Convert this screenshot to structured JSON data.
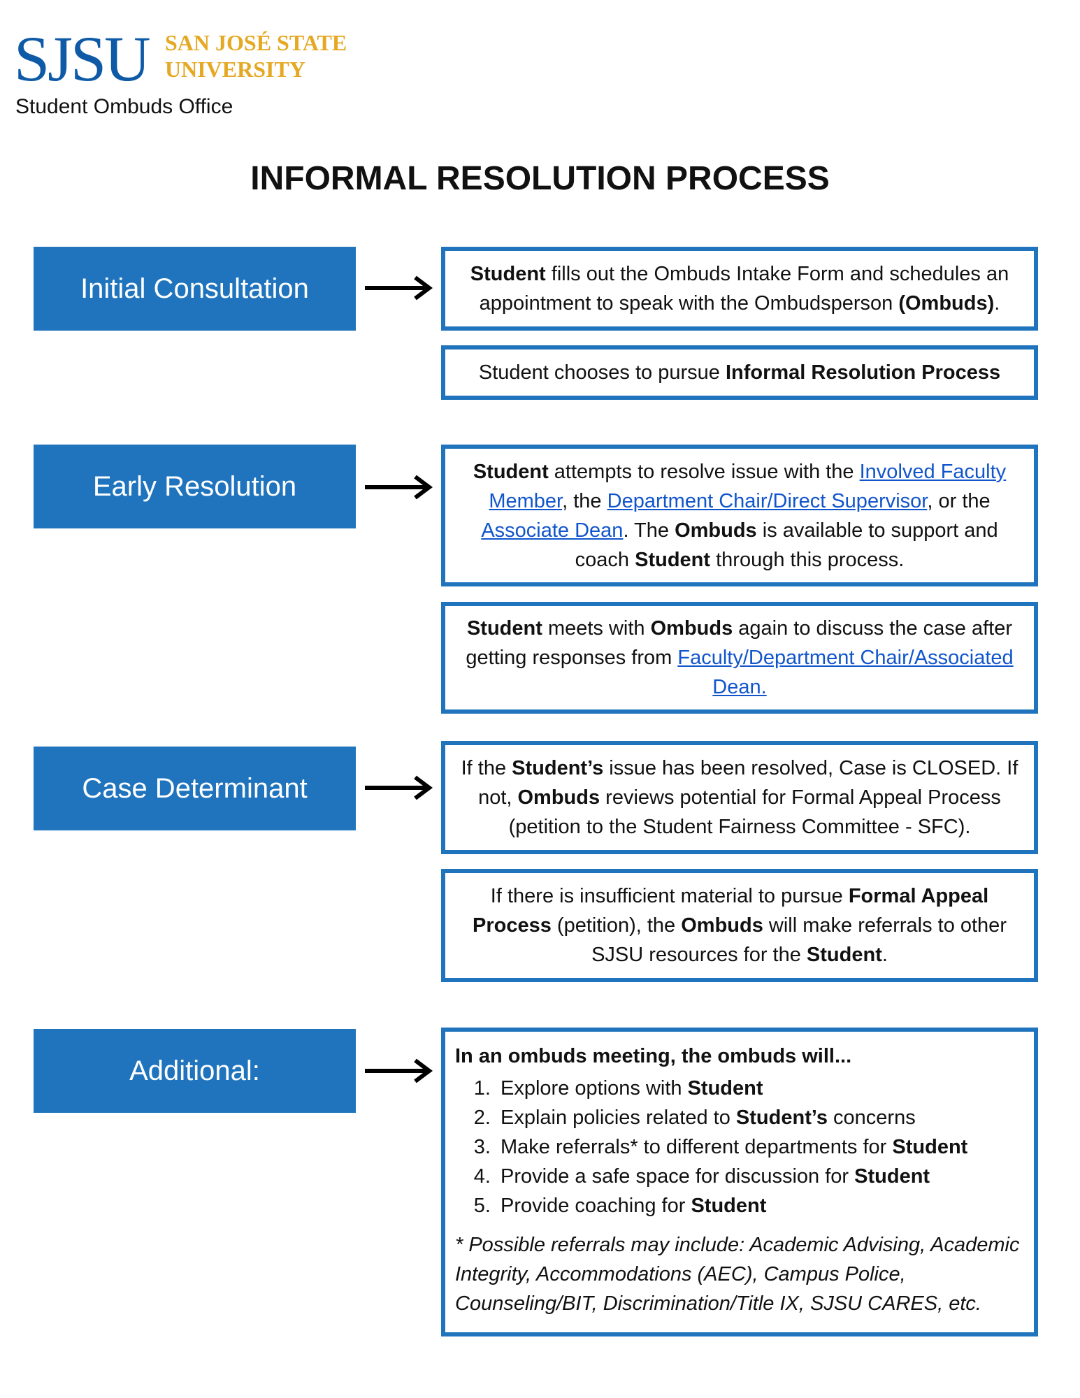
{
  "header": {
    "logo_mark": "SJSU",
    "logo_name_line1": "SAN JOSÉ STATE",
    "logo_name_line2": "UNIVERSITY",
    "office": "Student Ombuds Office",
    "title": "INFORMAL RESOLUTION PROCESS"
  },
  "colors": {
    "primary_blue": "#1f74bd",
    "logo_blue": "#0e5aa7",
    "logo_gold": "#e5a823",
    "link": "#1155cc"
  },
  "stages": {
    "initial": "Initial Consultation",
    "early": "Early Resolution",
    "case": "Case Determinant",
    "additional": "Additional:"
  },
  "box1": {
    "b1": "Student",
    "t1": " fills out the Ombuds Intake Form and schedules an appointment to speak with the Ombudsperson ",
    "b2": "(Ombuds)",
    "t2": "."
  },
  "box2": {
    "t1": "Student chooses to pursue ",
    "b1": "Informal Resolution Process"
  },
  "box3": {
    "b1": "Student",
    "t1": " attempts to resolve issue with the ",
    "l1": "Involved Faculty Member",
    "t2": ", the ",
    "l2": "Department Chair/Direct Supervisor",
    "t3": ", or the ",
    "l3": "Associate Dean",
    "t4": ". The ",
    "b2": "Ombuds",
    "t5": " is available to support and coach ",
    "b3": "Student",
    "t6": " through this process."
  },
  "box4": {
    "b1": "Student",
    "t1": " meets with ",
    "b2": "Ombuds",
    "t2": " again to discuss the case after getting responses from ",
    "l1": "Faculty/Department Chair/Associated Dean."
  },
  "box5": {
    "t1": "If the ",
    "b1": "Student’s",
    "t2": " issue has been resolved, Case is CLOSED. If not, ",
    "b2": "Ombuds",
    "t3": " reviews potential for Formal Appeal Process (petition to the Student Fairness Committee - SFC)."
  },
  "box6": {
    "t1": "If there is insufficient material to pursue ",
    "b1": "Formal Appeal Process",
    "t2": " (petition), the ",
    "b2": "Ombuds",
    "t3": " will make referrals to other SJSU resources for the ",
    "b3": "Student",
    "t4": "."
  },
  "box7": {
    "heading": "In an ombuds meeting, the ombuds will...",
    "items": [
      {
        "text": "Explore options with ",
        "bold": "Student",
        "after": ""
      },
      {
        "text": "Explain policies related to ",
        "bold": "Student’s",
        "after": " concerns"
      },
      {
        "text": "Make referrals* to different departments for ",
        "bold": "Student",
        "after": ""
      },
      {
        "text": "Provide a safe space for discussion for ",
        "bold": "Student",
        "after": ""
      },
      {
        "text": "Provide coaching for ",
        "bold": "Student",
        "after": ""
      }
    ],
    "note": "* Possible referrals may include: Academic Advising, Academic Integrity, Accommodations (AEC), Campus Police, Counseling/BIT, Discrimination/Title IX, SJSU CARES, etc."
  }
}
